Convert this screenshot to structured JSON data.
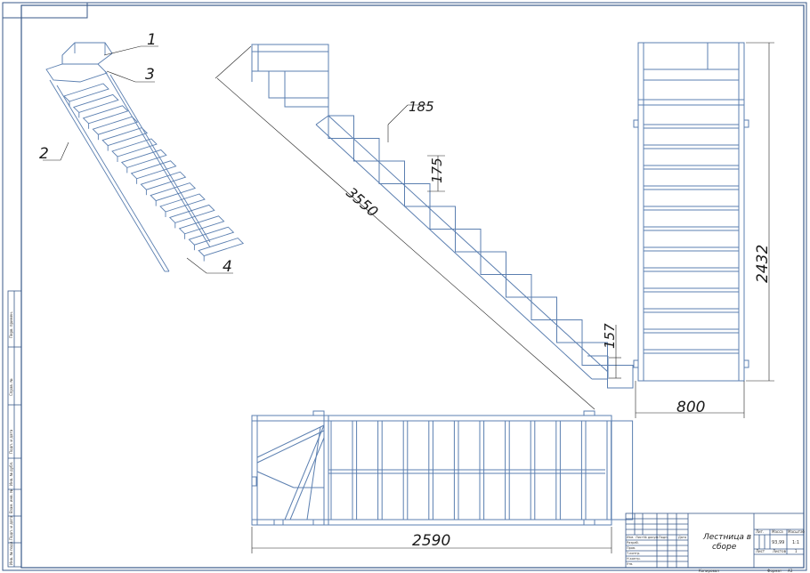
{
  "callouts": [
    "1",
    "2",
    "3",
    "4"
  ],
  "dimensions": {
    "stringer_length": "3550",
    "tread_depth": "185",
    "riser_height": "175",
    "bottom_riser": "157",
    "total_height": "2432",
    "width": "800",
    "total_length": "2590"
  },
  "title_block": {
    "drawing_title_line1": "Лестница в",
    "drawing_title_line2": "сборе",
    "col_lit": "Лит.",
    "col_mass": "Масса",
    "col_scale": "Масштаб",
    "mass_value": "93,99",
    "scale_value": "1:1",
    "sheet_label": "Лист",
    "sheets_label": "Листов",
    "sheets_value": "1",
    "row_labels": [
      "Изм.",
      "Лист",
      "№ докум.",
      "Подп.",
      "Дата"
    ],
    "sign_labels": [
      "Разраб.",
      "Пров.",
      "Т.контр.",
      "Н.контр.",
      "Утв."
    ],
    "copied_label": "Копировал",
    "format_label": "Формат",
    "format_value": "A3"
  },
  "side_stamp": [
    "Перв. примен.",
    "Справ. №",
    "Подп. и дата",
    "Инв. № дубл.",
    "Взам. инв. №",
    "Подп. и дата",
    "Инв. № подл."
  ],
  "colors": {
    "line": "#5b7fb0",
    "frame": "#3a5a8a",
    "dim": "#222222"
  }
}
